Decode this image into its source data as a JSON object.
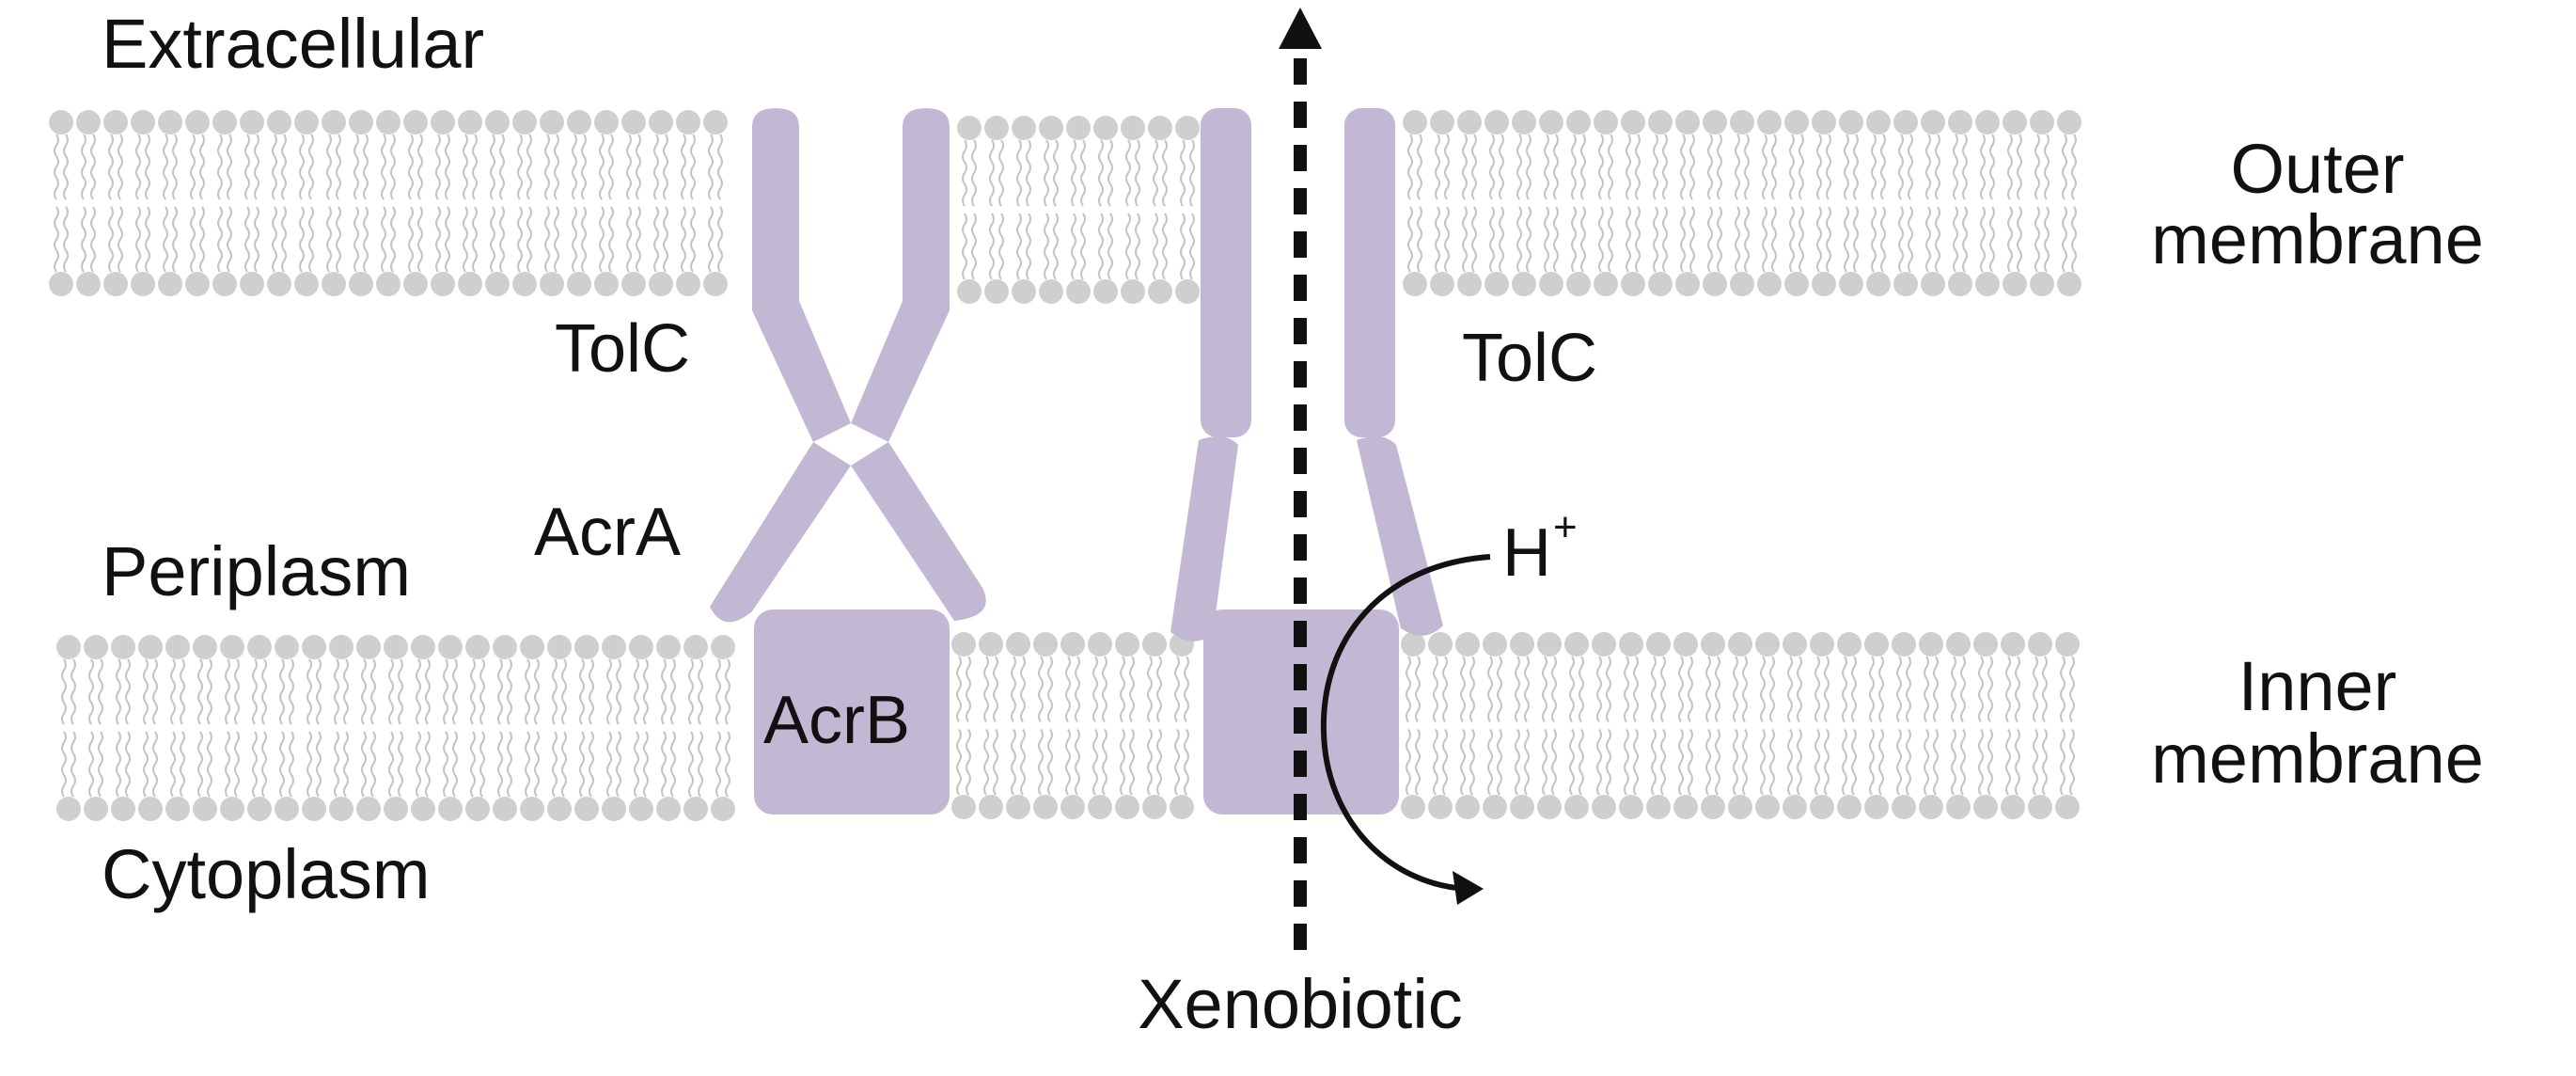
{
  "labels": {
    "extracellular": "Extracellular",
    "periplasm": "Periplasm",
    "cytoplasm": "Cytoplasm",
    "outer_membrane_line1": "Outer",
    "outer_membrane_line2": "membrane",
    "inner_membrane_line1": "Inner",
    "inner_membrane_line2": "membrane",
    "tolc_left": "TolC",
    "tolc_right": "TolC",
    "acra": "AcrA",
    "acrb": "AcrB",
    "proton": "H",
    "proton_charge": "+",
    "xenobiotic": "Xenobiotic"
  },
  "colors": {
    "protein": "#c3b8d3",
    "lipid_head": "#cfcfcf",
    "lipid_tail": "#c4c4c4",
    "text": "#111111",
    "arrow": "#111111"
  },
  "states": {
    "left_pump": "closed",
    "right_pump": "open"
  }
}
